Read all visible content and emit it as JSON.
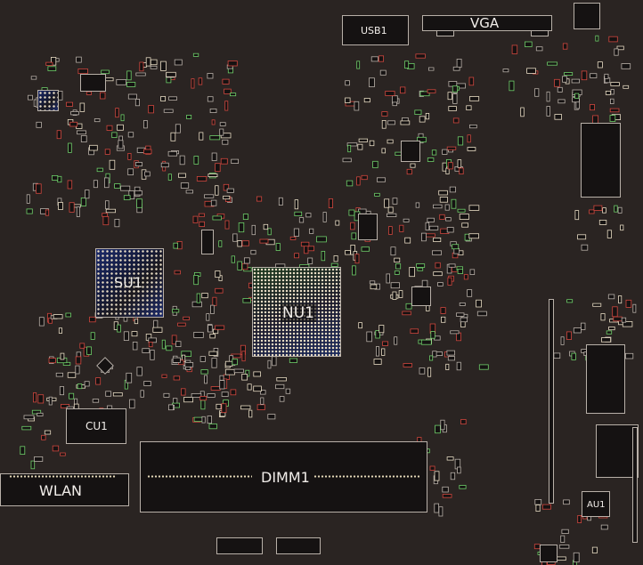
{
  "board": {
    "labels": {
      "usb1": "USB1",
      "vga": "VGA",
      "su1": "SU1",
      "nu1": "NU1",
      "cu1": "CU1",
      "wlan": "WLAN",
      "dimm1": "DIMM1",
      "au1": "AU1"
    },
    "colors": {
      "background": "#2a2422",
      "outline": "#b8b0a8",
      "pad_green": "#6fcf6a",
      "pad_red": "#d0463e",
      "pad_cream": "#e8dcc4",
      "bga_blue": "#1c2a6a"
    }
  }
}
